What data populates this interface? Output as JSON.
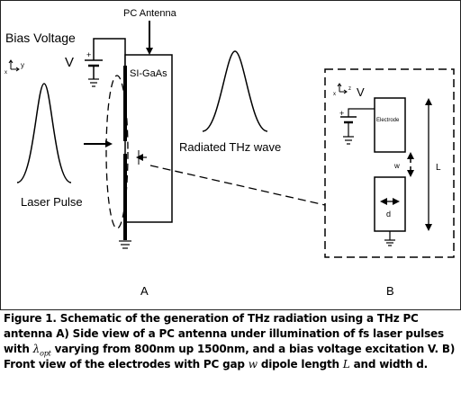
{
  "labels": {
    "pc_antenna": "PC Antenna",
    "bias_voltage": "Bias Voltage",
    "v_left": "V",
    "plus_left": "+",
    "si_gaas": "SI-GaAs",
    "radiated": "Radiated THz wave",
    "laser_pulse": "Laser Pulse",
    "panel_a": "A",
    "panel_b": "B",
    "axis_x_left": "x",
    "axis_y_left": "y",
    "axis_x_right": "x",
    "axis_z_right": "z",
    "v_right": "V",
    "plus_right": "+",
    "electrode": "Electrode",
    "w": "w",
    "L": "L",
    "d": "d"
  },
  "caption": {
    "p1": "Figure 1. Schematic of the generation of THz radiation using a THz PC antenna A) Side view of a PC antenna under illumination of fs laser pulses with ",
    "lambda": "λ",
    "opt": "opt",
    "p2": " varying from 800nm up 1500nm, and a bias voltage excitation V. B) Front view of the electrodes with PC gap ",
    "w": "w",
    "p3": " dipole length ",
    "L": "L",
    "p4": " and width d."
  }
}
